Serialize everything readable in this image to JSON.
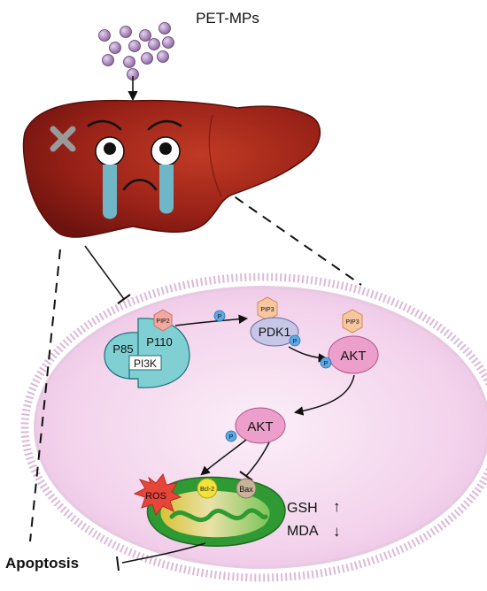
{
  "title": "PET-MPs",
  "pathway": {
    "pip2": "PIP2",
    "pip3_a": "PIP3",
    "pip3_b": "PIP3",
    "p_label": "P",
    "p85": "P85",
    "p110": "P110",
    "pi3k": "PI3K",
    "pdk1": "PDK1",
    "akt_membrane": "AKT",
    "akt_cytosol": "AKT",
    "ros": "ROS",
    "bcl2": "Bcl-2",
    "bax": "Bax",
    "gsh": "GSH",
    "mda": "MDA",
    "gsh_arrow": "↑",
    "mda_arrow": "↓",
    "apoptosis": "Apoptosis"
  },
  "colors": {
    "liver": "#8f1c14",
    "cell": "#f3d3ec",
    "membrane": "#dcb9d8",
    "particle": "#b48fc4",
    "akt": "#ec9fca",
    "pi3k": "#7fcfd3",
    "pdk1": "#c6c6e6",
    "phosphate": "#5aa9e6",
    "pip": "#f4a8a0",
    "mito_outer": "#2f9a34",
    "ros": "#e8453a",
    "tear": "#6fb6c6"
  },
  "icons": [
    "cross-mark-icon",
    "crying-face-icon",
    "inhibition-bar-icon"
  ]
}
